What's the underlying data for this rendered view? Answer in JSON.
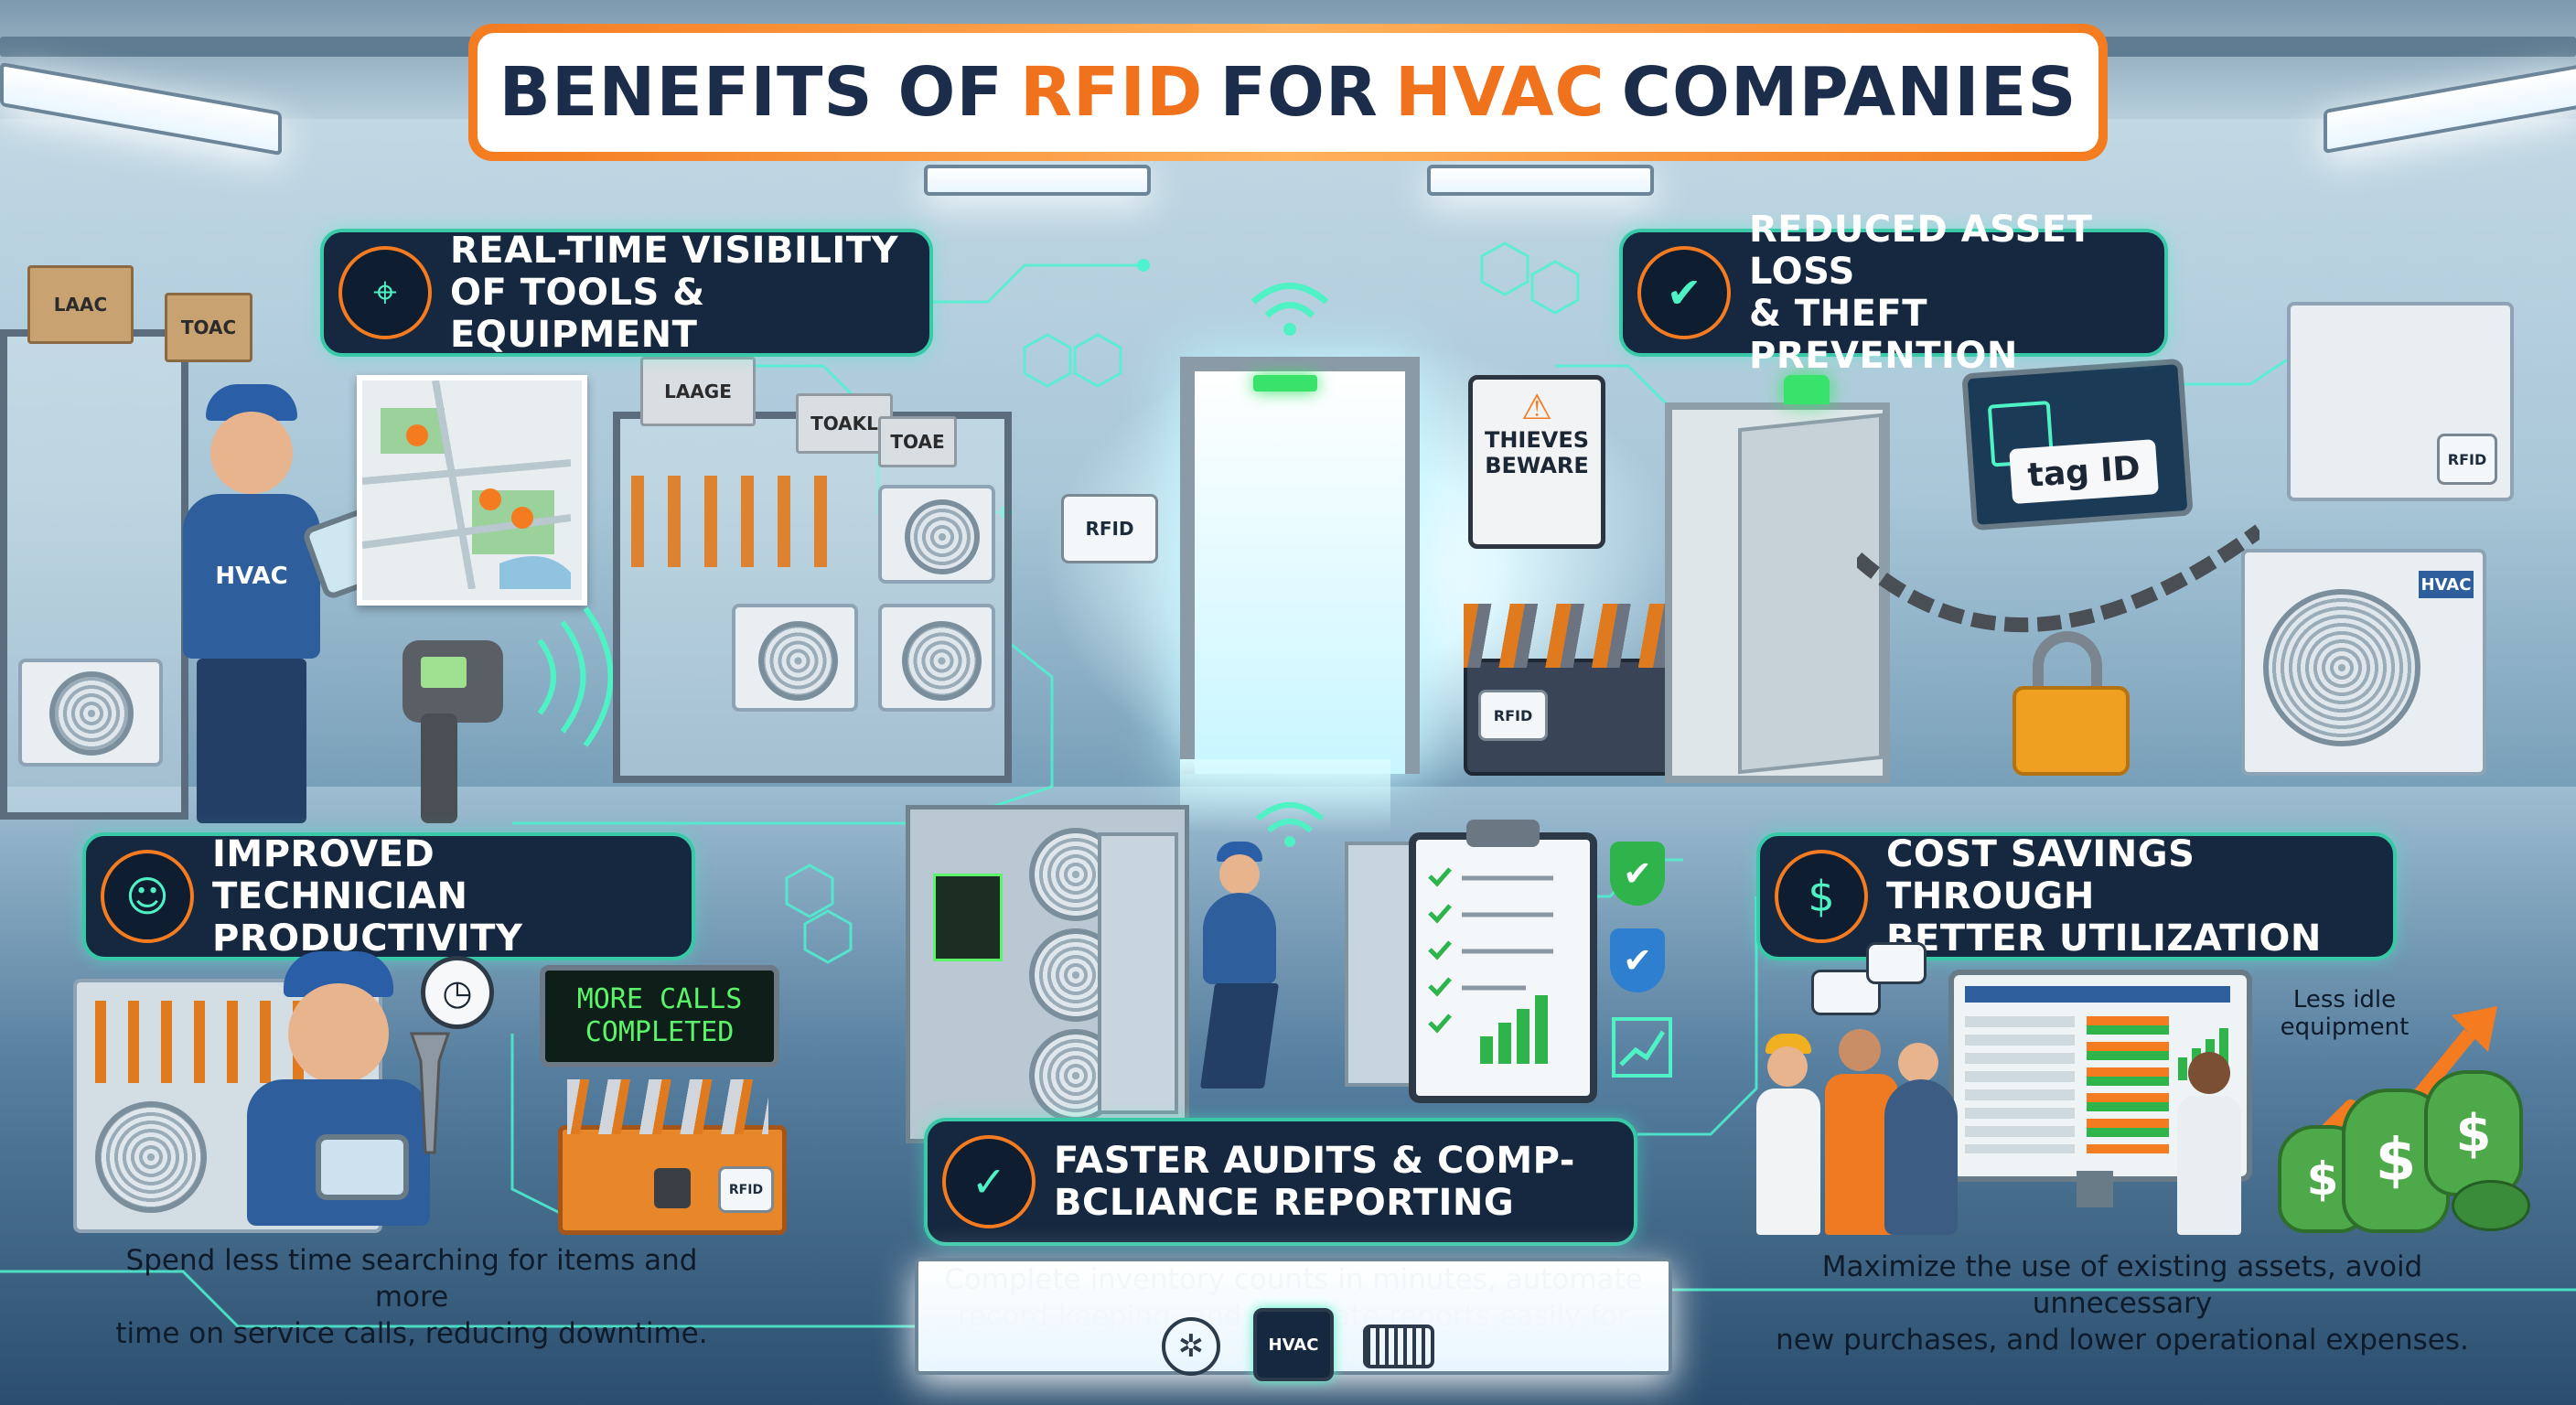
{
  "title": {
    "prefix": "BENEFITS OF",
    "accent1": "RFID",
    "middle": "FOR",
    "accent2": "HVAC",
    "suffix": "COMPANIES"
  },
  "benefits": [
    {
      "line1": "REAL-TIME VISIBILITY",
      "line2": "OF TOOLS & EQUIPMENT",
      "icon": "rfid-scan-icon"
    },
    {
      "line1": "REDUCED ASSET LOSS",
      "line2": "& THEFT PREVENTION",
      "icon": "shield-check-icon"
    },
    {
      "line1": "IMPROVED TECHNICIAN",
      "line2": "PRODUCTIVITY",
      "icon": "technician-icon",
      "description1": "Spend less time searching for items and more",
      "description2": "time on service calls, reducing downtime."
    },
    {
      "line1": "FASTER AUDITS & COMP-",
      "line2": "BCLIANCE REPORTING",
      "icon": "clipboard-check-icon",
      "description1": "Complete inventory counts in minutes, automate",
      "description2": "record-keeping, and generate reports easily for regulations."
    },
    {
      "line1": "COST SAVINGS THROUGH",
      "line2": "BETTER UTILIZATION",
      "icon": "money-hand-icon",
      "description1": "Maximize the use of existing assets, avoid unnecessary",
      "description2": "new purchases, and lower operational expenses."
    }
  ],
  "scene": {
    "box_labels": [
      "LAAC",
      "TOAC",
      "LAAGE",
      "TOAKL",
      "TOAE"
    ],
    "technician_shirt": "HVAC",
    "rfid_tag": "RFID",
    "sign_line1": "THIEVES",
    "sign_line2": "BEWARE",
    "monitor_text": "tag ID",
    "unit_label": "HVAC",
    "counter_line1": "MORE CALLS",
    "counter_line2": "COMPLETED",
    "idle_line1": "Less idle",
    "idle_line2": "equipment",
    "footer_logo": "HVAC",
    "dollar": "$"
  },
  "colors": {
    "accent_orange": "#f47b20",
    "panel_bg": "#16283f",
    "neon": "#4ef2c4",
    "title_text": "#1b2d4a"
  }
}
